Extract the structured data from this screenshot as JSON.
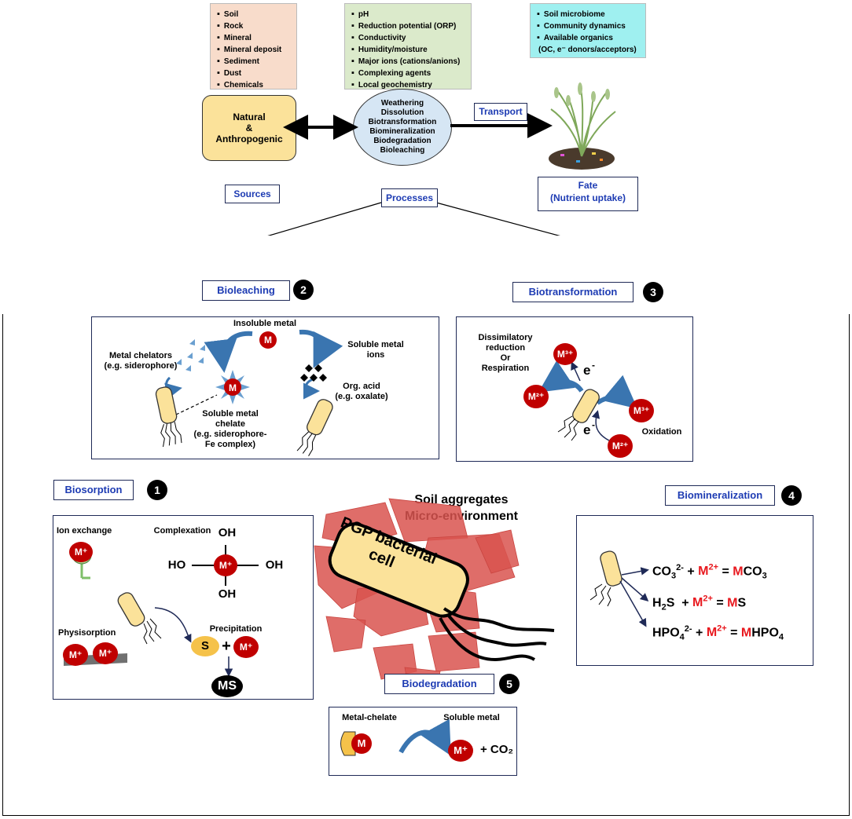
{
  "top": {
    "sources_list": [
      "Soil",
      "Rock",
      "Mineral",
      "Mineral deposit",
      "Sediment",
      "Dust",
      "Chemicals"
    ],
    "factors_list": [
      "pH",
      "Reduction potential (ORP)",
      "Conductivity",
      "Humidity/moisture",
      "Major ions (cations/anions)",
      "Complexing agents",
      "Local geochemistry"
    ],
    "bio_list": [
      "Soil microbiome",
      "Community dynamics",
      "Available organics"
    ],
    "bio_list_sub": "(OC, e⁻ donors/acceptors)",
    "source_box": "Natural\n&\nAnthropogenic",
    "processes_ellipse": "Weathering\nDissolution\nBiotransformation\nBiomineralization\nBiodegradation\nBioleaching",
    "transport": "Transport",
    "sources_label": "Sources",
    "processes_label": "Processes",
    "fate_label": "Fate\n(Nutrient uptake)"
  },
  "bioleaching": {
    "title": "Bioleaching",
    "num": "2",
    "insoluble_metal": "Insoluble metal",
    "metal_chelators": "Metal chelators\n(e.g. siderophore)",
    "soluble_metal_ions": "Soluble metal\nions",
    "org_acid": "Org. acid\n(e.g. oxalate)",
    "soluble_chelate": "Soluble metal\nchelate\n(e.g. siderophore-\nFe complex)",
    "m": "M"
  },
  "biotransformation": {
    "title": "Biotransformation",
    "num": "3",
    "dissimilatory": "Dissimilatory\nreduction\nOr\nRespiration",
    "oxidation": "Oxidation",
    "m3": "M³⁺",
    "m2": "M²⁺",
    "e": "e⁻"
  },
  "biosorption": {
    "title": "Biosorption",
    "num": "1",
    "ion_exchange": "Ion exchange",
    "complexation": "Complexation",
    "physisorption": "Physisorption",
    "precipitation": "Precipitation",
    "oh": "OH",
    "ho": "HO",
    "mplus": "M⁺",
    "s": "S",
    "ms": "MS",
    "plus": "+"
  },
  "center": {
    "soil_title": "Soil aggregates\nMicro-environment",
    "cell": "PGP bacterial\ncell"
  },
  "biomineralization": {
    "title": "Biomineralization",
    "num": "4"
  },
  "biodegradation": {
    "title": "Biodegradation",
    "num": "5",
    "metal_chelate": "Metal-chelate",
    "soluble_metal": "Soluble metal",
    "m": "M",
    "mplus": "M⁺",
    "co2": "+ CO₂"
  },
  "colors": {
    "metal": "#c00000",
    "label_blue": "#1d3bb3",
    "cell": "#fbe29a",
    "aggregate": "#d9534f"
  }
}
